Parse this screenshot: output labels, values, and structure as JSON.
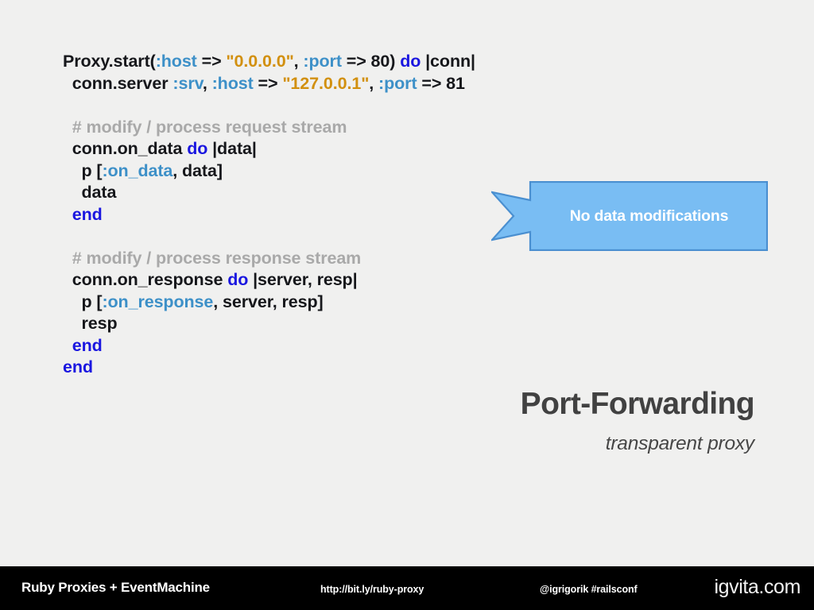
{
  "slide": {
    "background_color": "#f0f0ef",
    "title": "Port-Forwarding",
    "subtitle": "transparent proxy"
  },
  "code": {
    "language": "ruby",
    "colors": {
      "plain": "#16171b",
      "symbol": "#3d90c8",
      "string": "#d2900f",
      "keyword": "#1a16e0",
      "comment": "#a9a9a9"
    },
    "lines": [
      {
        "indent": 0,
        "tokens": [
          {
            "t": "Proxy.start(",
            "c": "plain"
          },
          {
            "t": ":host",
            "c": "symbol"
          },
          {
            "t": " => ",
            "c": "plain"
          },
          {
            "t": "\"0.0.0.0\"",
            "c": "string"
          },
          {
            "t": ", ",
            "c": "plain"
          },
          {
            "t": ":port",
            "c": "symbol"
          },
          {
            "t": " => 80) ",
            "c": "plain"
          },
          {
            "t": "do",
            "c": "keyword"
          },
          {
            "t": " |conn|",
            "c": "plain"
          }
        ]
      },
      {
        "indent": 1,
        "tokens": [
          {
            "t": "conn.server ",
            "c": "plain"
          },
          {
            "t": ":srv",
            "c": "symbol"
          },
          {
            "t": ", ",
            "c": "plain"
          },
          {
            "t": ":host",
            "c": "symbol"
          },
          {
            "t": " => ",
            "c": "plain"
          },
          {
            "t": "\"127.0.0.1\"",
            "c": "string"
          },
          {
            "t": ", ",
            "c": "plain"
          },
          {
            "t": ":port",
            "c": "symbol"
          },
          {
            "t": " => 81",
            "c": "plain"
          }
        ]
      },
      {
        "indent": 0,
        "tokens": []
      },
      {
        "indent": 1,
        "tokens": [
          {
            "t": "# modify / process request stream",
            "c": "comment"
          }
        ]
      },
      {
        "indent": 1,
        "tokens": [
          {
            "t": "conn.on_data ",
            "c": "plain"
          },
          {
            "t": "do",
            "c": "keyword"
          },
          {
            "t": " |data|",
            "c": "plain"
          }
        ]
      },
      {
        "indent": 2,
        "tokens": [
          {
            "t": "p [",
            "c": "plain"
          },
          {
            "t": ":on_data",
            "c": "symbol"
          },
          {
            "t": ", data]",
            "c": "plain"
          }
        ]
      },
      {
        "indent": 2,
        "tokens": [
          {
            "t": "data",
            "c": "plain"
          }
        ]
      },
      {
        "indent": 1,
        "tokens": [
          {
            "t": "end",
            "c": "keyword"
          }
        ]
      },
      {
        "indent": 0,
        "tokens": []
      },
      {
        "indent": 1,
        "tokens": [
          {
            "t": "# modify / process response stream",
            "c": "comment"
          }
        ]
      },
      {
        "indent": 1,
        "tokens": [
          {
            "t": "conn.on_response ",
            "c": "plain"
          },
          {
            "t": "do",
            "c": "keyword"
          },
          {
            "t": " |server, resp|",
            "c": "plain"
          }
        ]
      },
      {
        "indent": 2,
        "tokens": [
          {
            "t": "p [",
            "c": "plain"
          },
          {
            "t": ":on_response",
            "c": "symbol"
          },
          {
            "t": ", server, resp]",
            "c": "plain"
          }
        ]
      },
      {
        "indent": 2,
        "tokens": [
          {
            "t": "resp",
            "c": "plain"
          }
        ]
      },
      {
        "indent": 1,
        "tokens": [
          {
            "t": "end",
            "c": "keyword"
          }
        ]
      },
      {
        "indent": 0,
        "tokens": [
          {
            "t": "end",
            "c": "keyword"
          }
        ]
      }
    ]
  },
  "callout": {
    "text": "No data modifications",
    "fill_color": "#79bdf3",
    "border_color": "#4a8fd0",
    "text_color": "#ffffff",
    "pointer_direction": "left"
  },
  "footer": {
    "background_color": "#000000",
    "talk_title": "Ruby Proxies + EventMachine",
    "url": "http://bit.ly/ruby-proxy",
    "handle": "@igrigorik #railsconf",
    "brand": "igvita.com"
  }
}
